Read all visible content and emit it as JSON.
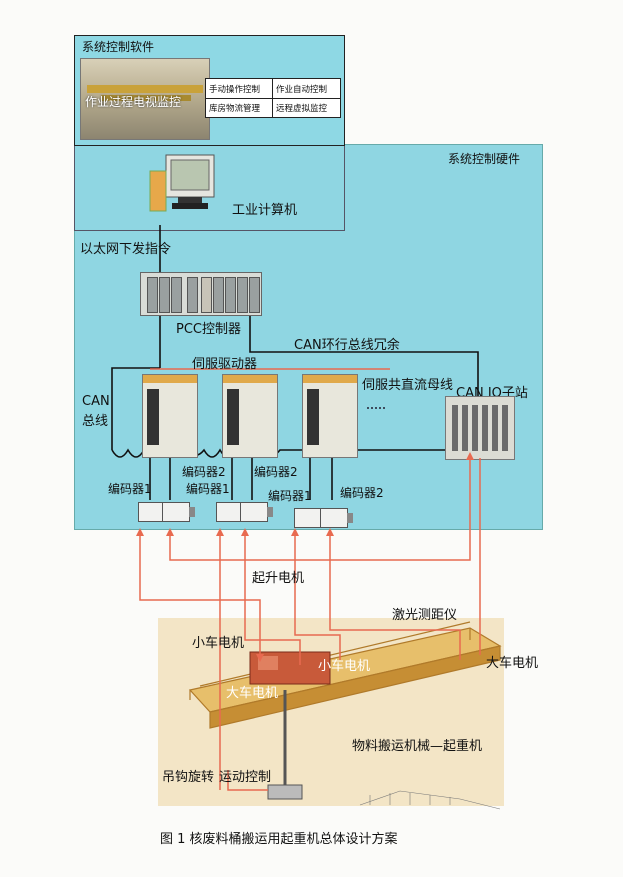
{
  "software": {
    "title": "系统控制软件",
    "image_caption": "作业过程电视监控",
    "items": [
      "手动操作控制",
      "作业自动控制",
      "库房物流管理",
      "远程虚拟监控"
    ]
  },
  "hardware": {
    "title": "系统控制硬件",
    "ipc_label": "工业计算机",
    "ethernet_label": "以太网下发指令",
    "pcc_label": "PCC控制器",
    "can_ring_label": "CAN环行总线冗余",
    "servo_label": "伺服驱动器",
    "dc_bus_label": "伺服共直流母线",
    "can_bus_label_1": "CAN",
    "can_bus_label_2": "总线",
    "can_io_label": "CAN IO子站",
    "enc_top": [
      "编码器2",
      "编码器2"
    ],
    "encoders": [
      "编码器1",
      "编码器1",
      "编码器1",
      "编码器2"
    ]
  },
  "crane": {
    "hoist_motor": "起升电机",
    "laser": "激光测距仪",
    "trolley_motor": "小车电机",
    "trolley_motor_2": "小车电机",
    "bridge_motor": "大车电机",
    "bridge_motor_2": "大车电机",
    "machine_label": "物料搬运机械—起重机",
    "hook_label": "吊钩旋转",
    "motion_label": "运动控制"
  },
  "caption": "图 1   核废料桶搬运用起重机总体设计方案",
  "colors": {
    "panel": "#8fd6e2",
    "arrow": "#e86a50",
    "line": "#111111"
  }
}
